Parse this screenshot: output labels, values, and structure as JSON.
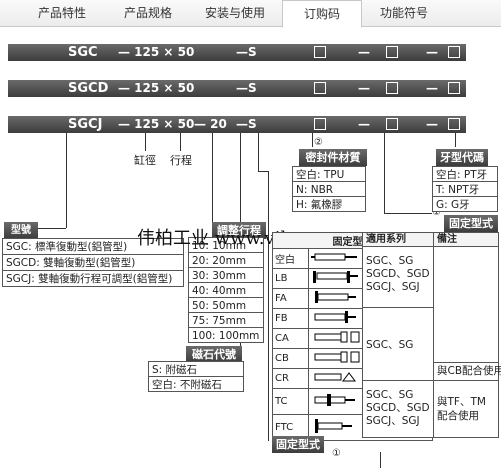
{
  "tabs": [
    "产品特性",
    "产品规格",
    "安装与使用",
    "订购码",
    "功能符号"
  ],
  "code_rows": [
    {
      "a": "SGC",
      "b": "— 125 × 50",
      "c": "",
      "d": "—S",
      "e": [
        "□",
        "—",
        "□",
        "—",
        "□"
      ]
    },
    {
      "a": "SGCD",
      "b": "— 125 × 50",
      "c": "",
      "d": "—S",
      "e": [
        "□",
        "—",
        "□",
        "—",
        "□"
      ]
    },
    {
      "a": "SGCJ",
      "b": "— 125 × 50",
      "c": "— 20",
      "d": "—S",
      "e": [
        "□",
        "—",
        "□",
        "—",
        "□"
      ]
    }
  ],
  "labels": {
    "bore": "缸徑",
    "stroke": "行程",
    "num2": "②",
    "num1a": "①",
    "num1b": "①"
  },
  "seal": {
    "title": "密封件材質",
    "rows": [
      "空白: TPU",
      "N: NBR",
      "H: 氟橡膠"
    ]
  },
  "thread": {
    "title": "牙型代碼",
    "rows": [
      "空白: PT牙",
      "T: NPT牙",
      "G: G牙"
    ]
  },
  "model": {
    "title": "型號",
    "rows": [
      "SGC: 標準復動型(鋁管型)",
      "SGCD: 雙軸復動型(鋁管型)",
      "SGCJ: 雙軸復動行程可調型(鋁管型)"
    ]
  },
  "adj": {
    "title": "調整行程",
    "rows": [
      "10: 10mm",
      "20: 20mm",
      "30: 30mm",
      "40: 40mm",
      "50: 50mm",
      "75: 75mm",
      "100: 100mm"
    ]
  },
  "magnet": {
    "title": "磁石代號",
    "rows": [
      "S: 附磁石",
      "空白: 不附磁石"
    ]
  },
  "mount": {
    "title": "固定型式",
    "bottom_title": "固定型式",
    "headers": [
      "固定型式",
      "適用系列",
      "備注"
    ],
    "codes": [
      "空白",
      "LB",
      "FA",
      "FB",
      "CA",
      "CB",
      "CR",
      "TC",
      "FTC"
    ],
    "series1": "SGC、SG\nSGCD、SGD\nSGCJ、SGJ",
    "series2": "SGC、SG",
    "series3": "SGC、SG\nSGCD、SGD\nSGCJ、SGJ",
    "note1": "與CB配合使用",
    "note2": "與TF、TM\n配合使用"
  },
  "watermark": "伟柏工业  www.vibmro.com"
}
